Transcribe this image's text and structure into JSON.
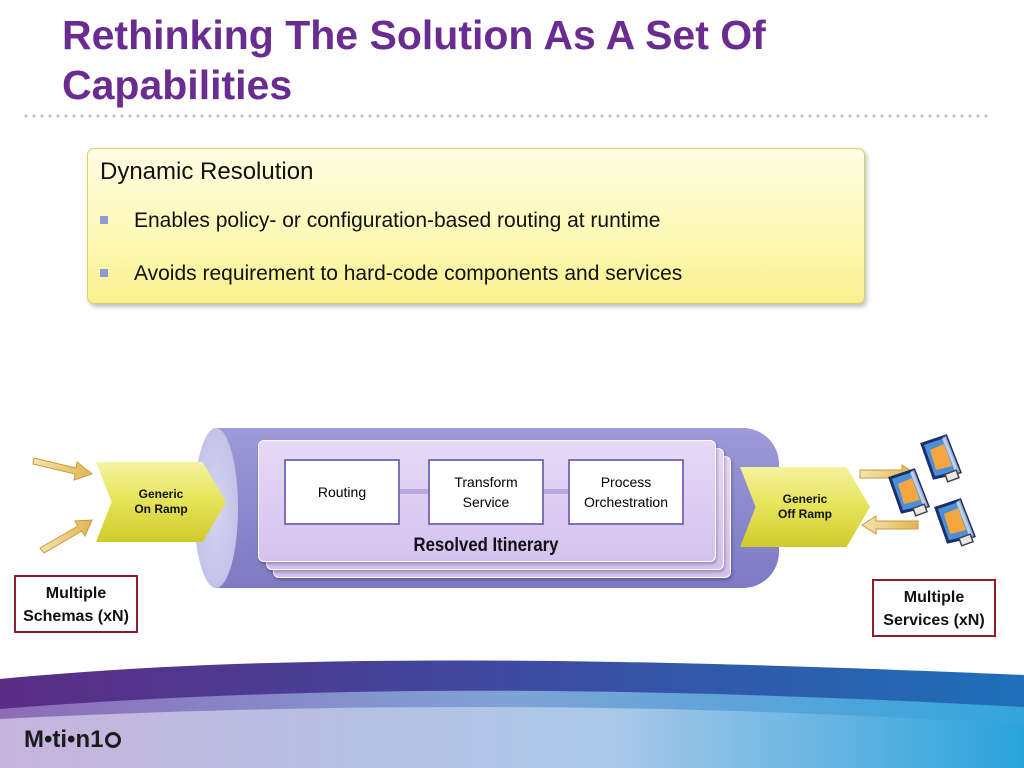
{
  "slide": {
    "title": "Rethinking The Solution As A Set Of Capabilities"
  },
  "callout": {
    "heading": "Dynamic Resolution",
    "bullets": [
      "Enables policy- or configuration-based routing at runtime",
      "Avoids requirement to hard-code components and services"
    ]
  },
  "diagram": {
    "on_ramp_label": "Generic\nOn  Ramp",
    "off_ramp_label": "Generic\nOff  Ramp",
    "capabilities": [
      "Routing",
      "Transform\nService",
      "Process\nOrchestration"
    ],
    "itinerary_label": "Resolved Itinerary",
    "input_note": "Multiple\nSchemas (xN)",
    "output_note": "Multiple\nServices (xN)",
    "service_icon": "service-bullhorn-icon"
  },
  "footer": {
    "logo_text": "M•ti•n1",
    "colors": {
      "wave_purple": "#5a2d82",
      "wave_blue": "#2e8fc9"
    }
  }
}
